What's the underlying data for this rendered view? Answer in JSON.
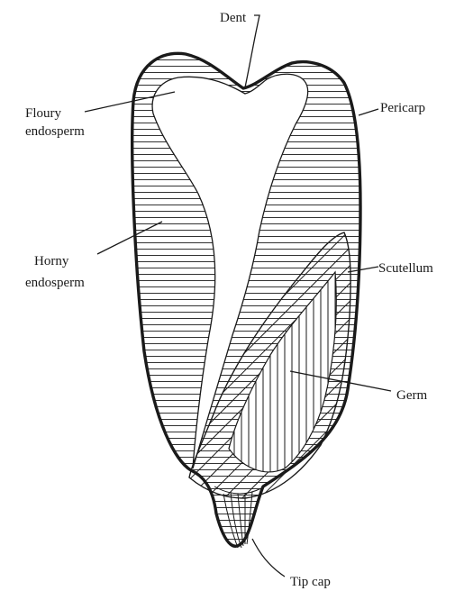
{
  "diagram": {
    "labels": {
      "dent": "Dent",
      "floury_1": "Floury",
      "floury_2": "endosperm",
      "pericarp": "Pericarp",
      "horny_1": "Horny",
      "horny_2": "endosperm",
      "scutellum": "Scutellum",
      "germ": "Germ",
      "tip_cap": "Tip cap"
    },
    "colors": {
      "ink": "#1a1a1a",
      "paper": "#ffffff"
    }
  }
}
